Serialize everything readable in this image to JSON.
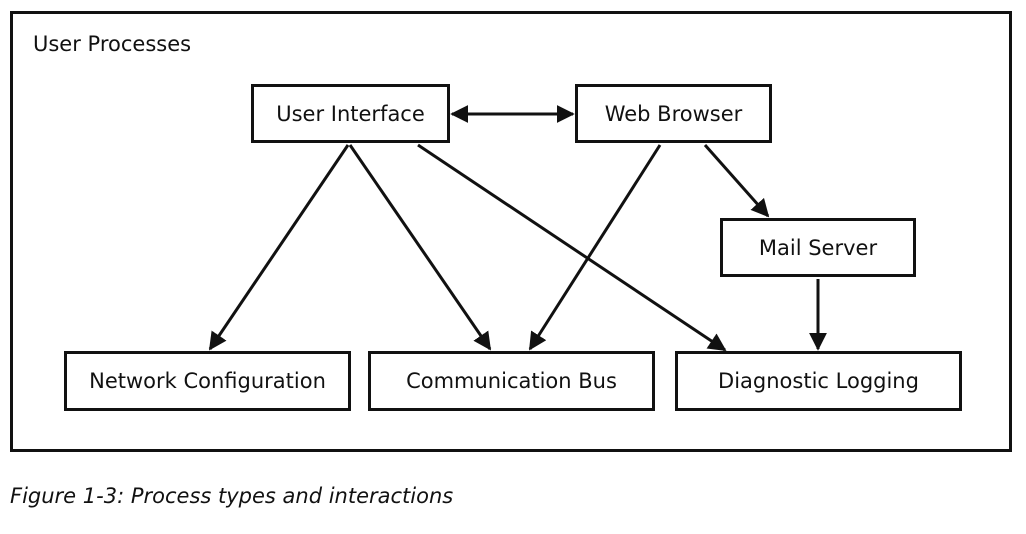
{
  "diagram": {
    "container_label": "User Processes",
    "nodes": {
      "user_interface": "User Interface",
      "web_browser": "Web Browser",
      "mail_server": "Mail Server",
      "network_configuration": "Network Configuration",
      "communication_bus": "Communication Bus",
      "diagnostic_logging": "Diagnostic Logging"
    },
    "edges": [
      {
        "from": "User Interface",
        "to": "Web Browser",
        "bidirectional": true
      },
      {
        "from": "User Interface",
        "to": "Network Configuration"
      },
      {
        "from": "User Interface",
        "to": "Communication Bus"
      },
      {
        "from": "User Interface",
        "to": "Diagnostic Logging"
      },
      {
        "from": "Web Browser",
        "to": "Communication Bus"
      },
      {
        "from": "Web Browser",
        "to": "Mail Server"
      },
      {
        "from": "Mail Server",
        "to": "Diagnostic Logging"
      }
    ]
  },
  "caption": "Figure 1-3: Process types and interactions",
  "colors": {
    "stroke": "#111111",
    "background": "#ffffff"
  }
}
